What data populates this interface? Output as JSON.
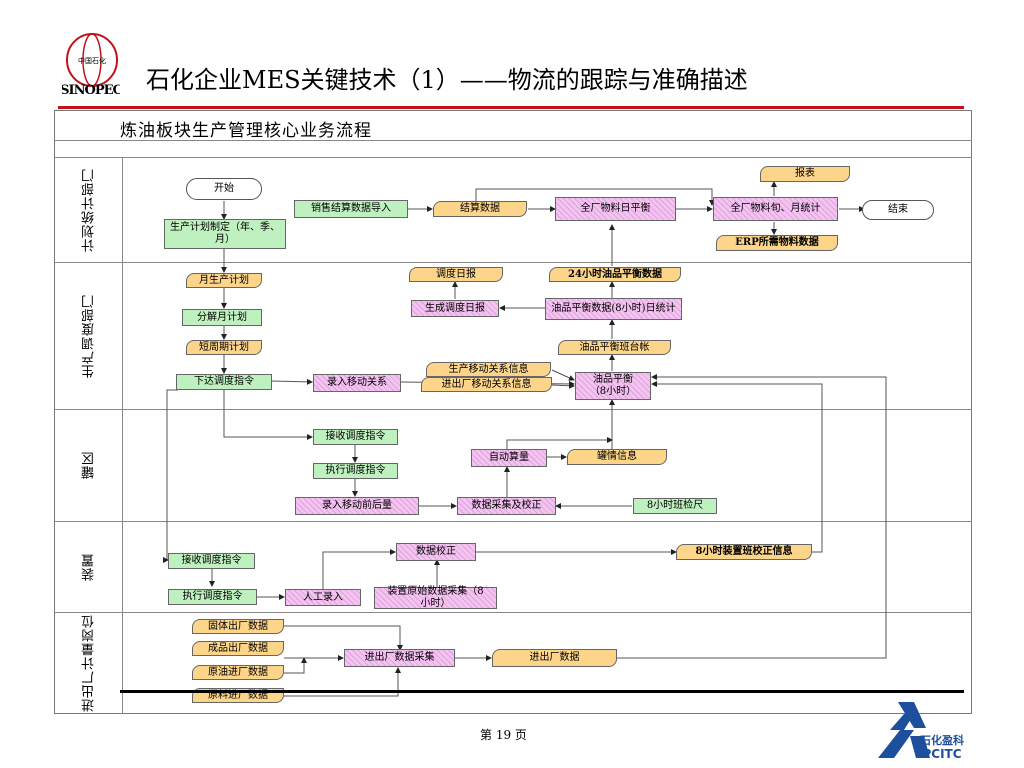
{
  "header": {
    "title": "石化企业MES关键技术（1）——物流的跟踪与准确描述",
    "flow_title": "炼油板块生产管理核心业务流程"
  },
  "lanes": [
    "计划统计部门",
    "生产调度部门",
    "罐区",
    "装置",
    "进出厂计量岗位"
  ],
  "nodes": {
    "start": "开始",
    "plan": "生产计划制定（年、季、月）",
    "sales_import": "销售结算数据导入",
    "settle_data": "结算数据",
    "plant_balance": "全厂物料日平衡",
    "plant_stats": "全厂物料旬、月统计",
    "report": "报表",
    "end": "结束",
    "erp": "ERP所需物料数据",
    "month_plan": "月生产计划",
    "split_month": "分解月计划",
    "short_plan": "短周期计划",
    "issue_cmd": "下达调度指令",
    "input_move": "录入移动关系",
    "move_info": "生产移动关系信息",
    "inout_move": "进出厂移动关系信息",
    "oil_balance": "油品平衡（8小时）",
    "oil_ledger": "油品平衡班台帐",
    "oil_stats": "油品平衡数据(8小时)日统计",
    "daily_balance": "24小时油品平衡数据",
    "gen_daily": "生成调度日报",
    "daily_report": "调度日报",
    "tank_recv": "接收调度指令",
    "tank_exec": "执行调度指令",
    "input_before_after": "录入移动前后量",
    "data_collect": "数据采集及校正",
    "auto_calc": "自动算量",
    "tank_info": "罐情信息",
    "shift_check": "8小时班检尺",
    "unit_recv": "接收调度指令",
    "unit_exec": "执行调度指令",
    "manual_input": "人工录入",
    "data_correct": "数据校正",
    "unit_shift_info": "8小时装置班校正信息",
    "unit_raw": "装置原始数据采集（8小时）",
    "solid_out": "固体出厂数据",
    "product_out": "成品出厂数据",
    "crude_in": "原油进厂数据",
    "raw_in": "原料进厂数据",
    "inout_collect": "进出厂数据采集",
    "inout_data": "进出厂数据"
  },
  "footer": {
    "page": "第 19 页",
    "logo_text_top": "石化盈科",
    "logo_text_bottom": "PCITC",
    "sinopec_logo_text": "SINOPEC"
  },
  "colors": {
    "rule_red": "#c0141b",
    "process_green": "#bff0bf",
    "process_pink": "#f4c4f0",
    "data_orange": "#fcd48a",
    "logo_blue": "#1d4f9c"
  }
}
